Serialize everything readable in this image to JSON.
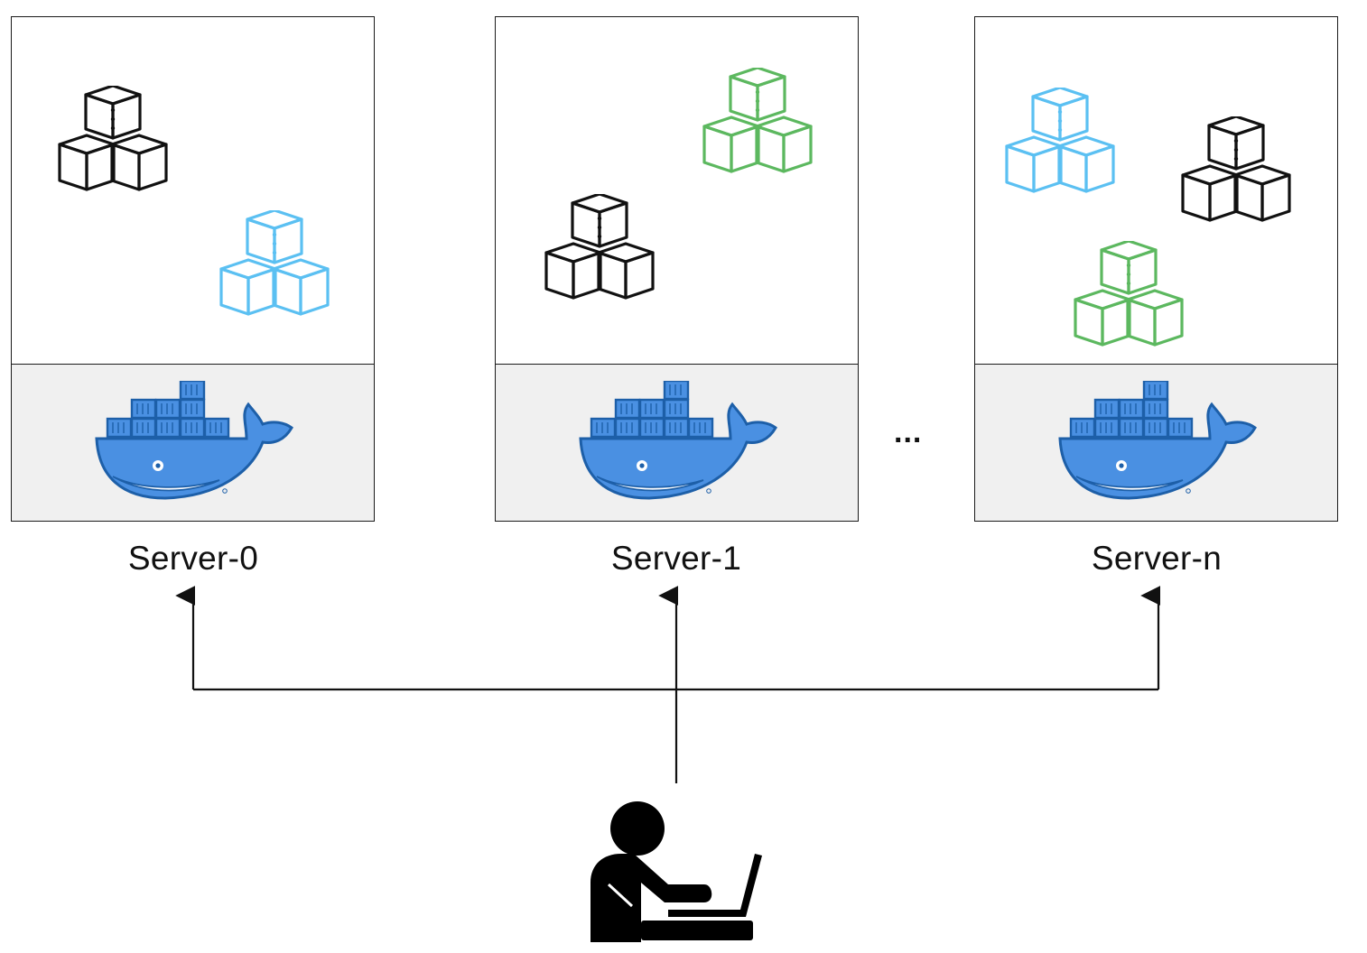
{
  "servers": [
    {
      "label": "Server-0",
      "workloads": [
        {
          "color": "#111111"
        },
        {
          "color": "#5bc0f2"
        }
      ]
    },
    {
      "label": "Server-1",
      "workloads": [
        {
          "color": "#5cb85f"
        },
        {
          "color": "#111111"
        }
      ]
    },
    {
      "label": "Server-n",
      "workloads": [
        {
          "color": "#5bc0f2"
        },
        {
          "color": "#111111"
        },
        {
          "color": "#5cb85f"
        }
      ]
    }
  ],
  "ellipsis": "...",
  "icons": {
    "workload": "cubes-icon",
    "runtime": "docker-whale-icon",
    "client": "user-laptop-icon"
  },
  "colors": {
    "docker_blue": "#4a90e2",
    "docker_outline": "#1d5fa8",
    "runtime_band": "#f0f0f0"
  }
}
